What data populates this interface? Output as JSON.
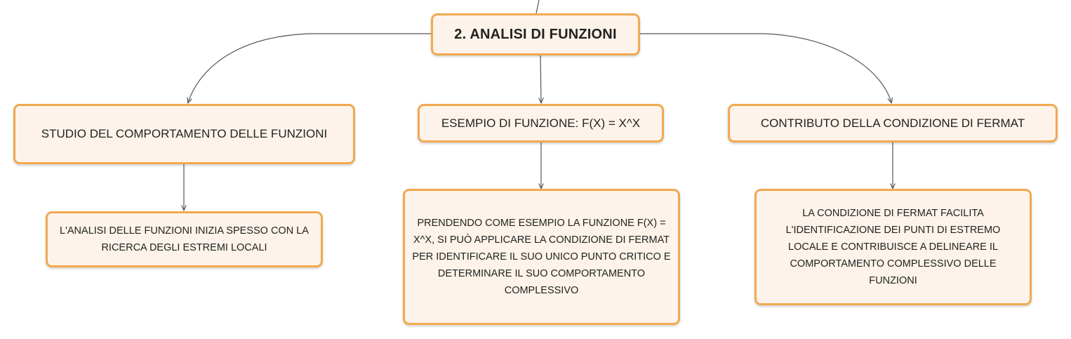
{
  "root": {
    "label": "2. ANALISI DI FUNZIONI"
  },
  "topics": [
    {
      "label": "STUDIO DEL COMPORTAMENTO DELLE FUNZIONI",
      "detail": "L'ANALISI DELLE FUNZIONI INIZIA SPESSO CON LA RICERCA DEGLI ESTREMI LOCALI"
    },
    {
      "label": "ESEMPIO DI FUNZIONE: F(X) = X^X",
      "detail": "PRENDENDO COME ESEMPIO LA FUNZIONE F(X) = X^X, SI PUÒ APPLICARE LA CONDIZIONE DI FERMAT PER IDENTIFICARE IL SUO UNICO PUNTO CRITICO E DETERMINARE IL SUO COMPORTAMENTO COMPLESSIVO"
    },
    {
      "label": "CONTRIBUTO DELLA CONDIZIONE DI FERMAT",
      "detail": "LA CONDIZIONE DI FERMAT FACILITA L'IDENTIFICAZIONE DEI PUNTI DI ESTREMO LOCALE E CONTRIBUISCE A DELINEARE IL COMPORTAMENTO COMPLESSIVO DELLE FUNZIONI"
    }
  ],
  "colors": {
    "node_fill": "#fdf3ea",
    "node_border": "#f2a950",
    "connector": "#555555"
  }
}
